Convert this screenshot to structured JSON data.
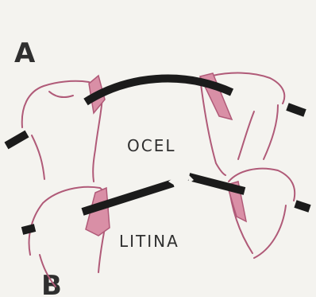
{
  "figure": {
    "panel_a_letter": "A",
    "panel_b_letter": "B",
    "material_a": "OCEL",
    "material_b": "LITINA",
    "colors": {
      "background": "#f4f3ef",
      "outline": "#b05a78",
      "fill": "#d98fa6",
      "rod": "#1b1b1b",
      "text": "#2f2f2f"
    }
  }
}
